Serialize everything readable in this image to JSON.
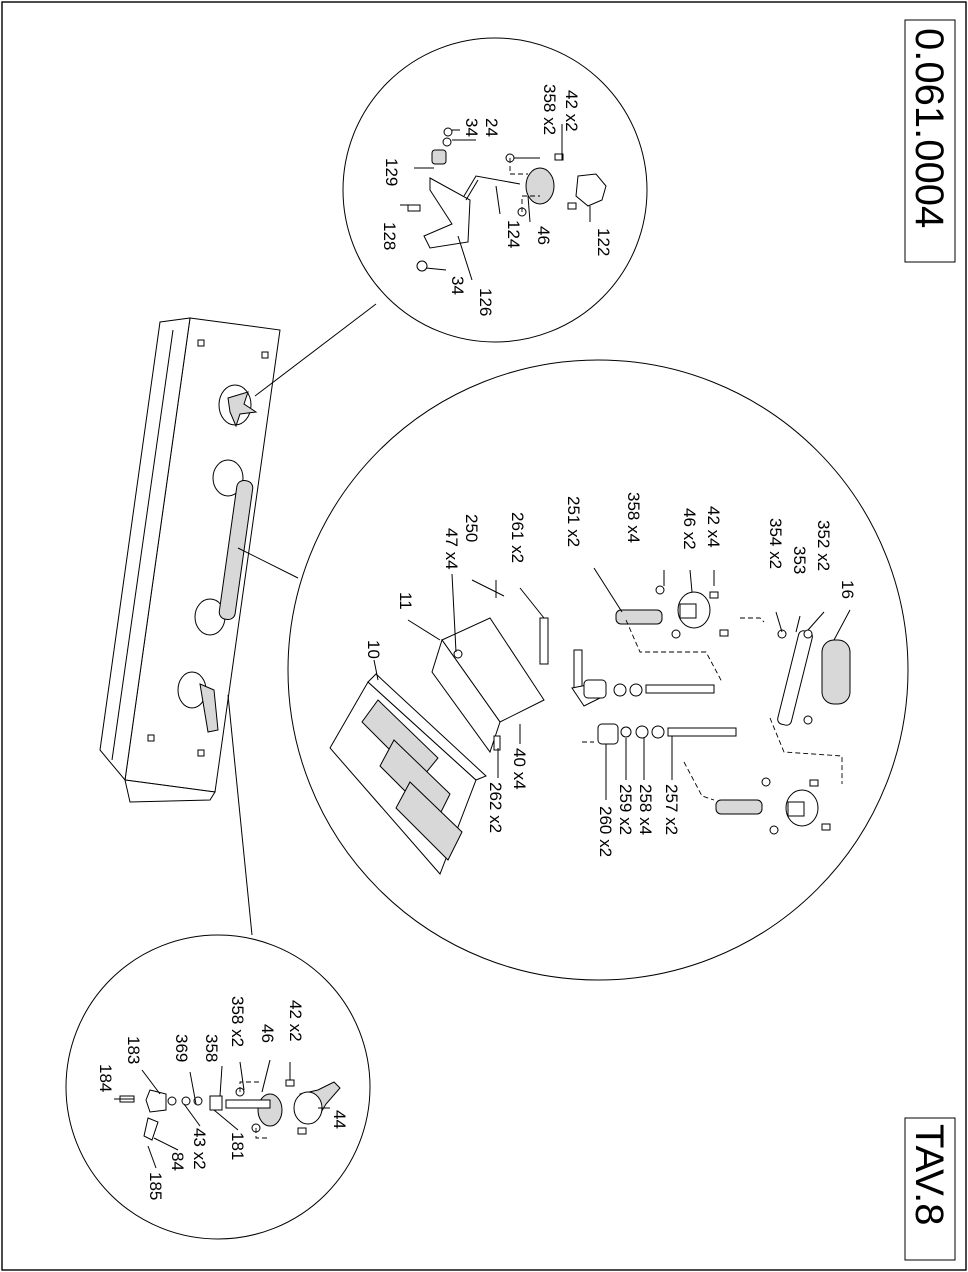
{
  "sheet": {
    "drawing_number": "0.061.0004",
    "plate": "TAV.8"
  },
  "callouts": {
    "top_detail": [
      "42 x2",
      "358 x2",
      "24",
      "34",
      "129",
      "128",
      "34",
      "126",
      "124",
      "46",
      "122"
    ],
    "middle_detail": [
      "42 x4",
      "46 x2",
      "358 x4",
      "251 x2",
      "261 x2",
      "250",
      "47 x4",
      "11",
      "10",
      "40 x4",
      "262 x2",
      "260 x2",
      "259 x2",
      "258 x4",
      "257 x2",
      "16",
      "352 x2",
      "353",
      "354 x2"
    ],
    "bottom_detail": [
      "42 x2",
      "358 x2",
      "46",
      "358",
      "369",
      "183",
      "184",
      "181",
      "43 x2",
      "84",
      "185",
      "44"
    ]
  }
}
